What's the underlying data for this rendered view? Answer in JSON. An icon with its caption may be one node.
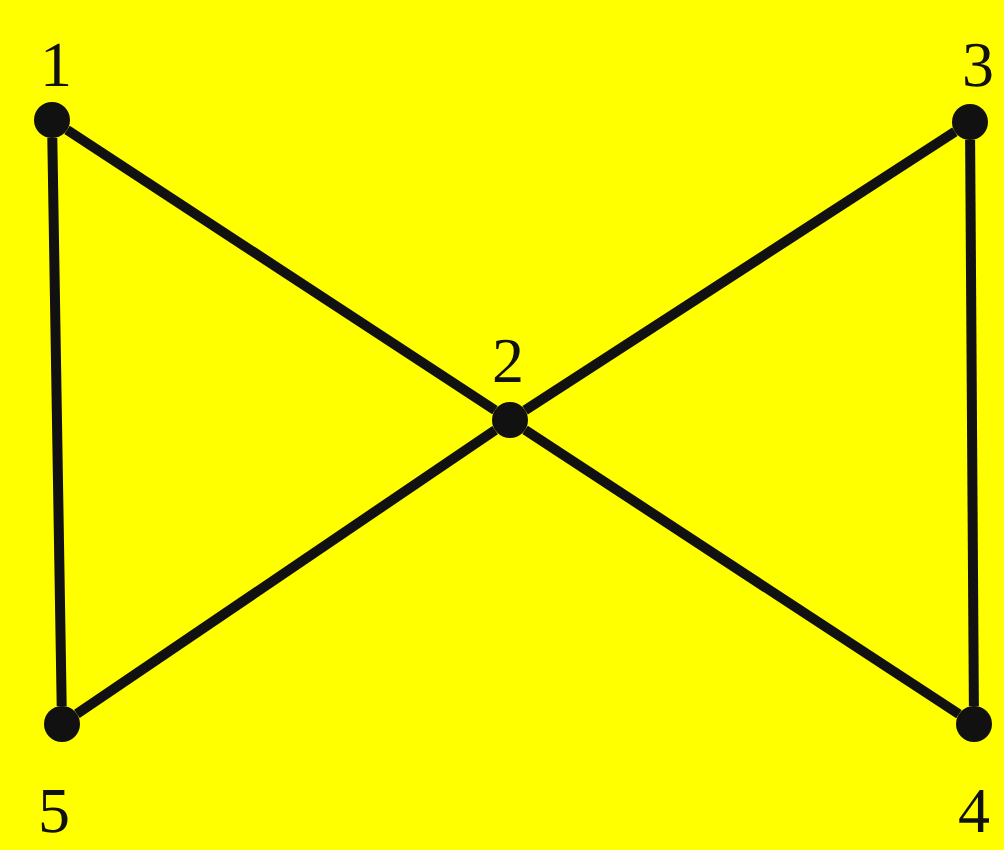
{
  "diagram": {
    "nodes": [
      {
        "text": [],
        "shape": "circle",
        "beside": [
          "1"
        ]
      },
      {
        "text": [],
        "shape": "circle",
        "beside": [
          "2"
        ]
      },
      {
        "text": [],
        "shape": "circle",
        "beside": [
          "3"
        ]
      },
      {
        "text": [],
        "shape": "circle",
        "beside": [
          "4"
        ]
      },
      {
        "text": [],
        "shape": "circle",
        "beside": [
          "5"
        ]
      }
    ],
    "edges": [
      {
        "from": 0,
        "to": 1,
        "arrow": "none"
      },
      {
        "from": 1,
        "to": 3,
        "arrow": "none"
      },
      {
        "from": 2,
        "to": 1,
        "arrow": "none"
      },
      {
        "from": 1,
        "to": 4,
        "arrow": "none"
      },
      {
        "from": 0,
        "to": 4,
        "arrow": "none"
      },
      {
        "from": 2,
        "to": 3,
        "arrow": "none"
      }
    ]
  }
}
